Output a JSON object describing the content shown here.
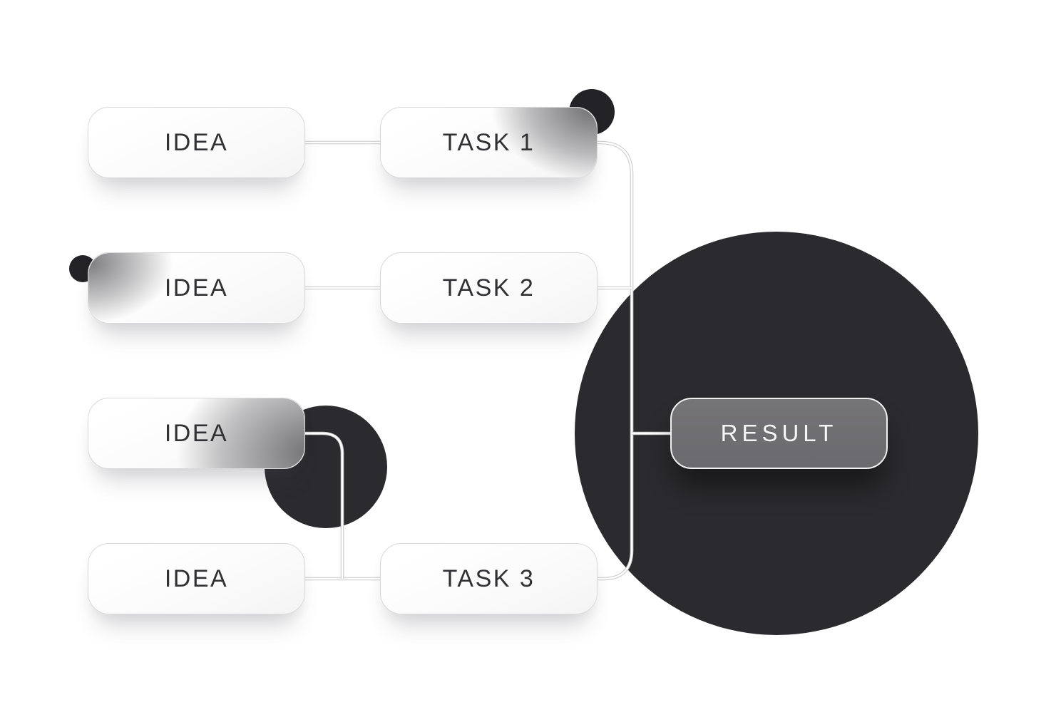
{
  "diagram": {
    "nodes": {
      "idea1": {
        "label": "IDEA"
      },
      "task1": {
        "label": "TASK 1"
      },
      "idea2": {
        "label": "IDEA"
      },
      "task2": {
        "label": "TASK 2"
      },
      "idea3": {
        "label": "IDEA"
      },
      "idea4": {
        "label": "IDEA"
      },
      "task3": {
        "label": "TASK 3"
      },
      "result": {
        "label": "RESULT"
      }
    },
    "edges": [
      {
        "from": "idea1",
        "to": "task1"
      },
      {
        "from": "idea2",
        "to": "task2"
      },
      {
        "from": "idea3",
        "to": "task3"
      },
      {
        "from": "idea4",
        "to": "task3"
      },
      {
        "from": "task1",
        "to": "result"
      },
      {
        "from": "task2",
        "to": "result"
      },
      {
        "from": "task3",
        "to": "result"
      }
    ],
    "colors": {
      "background": "#ffffff",
      "dark_circle": "#2b2a2e",
      "accent_circle": "#232226",
      "result_fill": "#6e6d71",
      "result_border": "#f0f0f0",
      "result_text": "#f6f6f6",
      "node_text": "#313034",
      "node_border": "#d9d9d9",
      "connector": "#c9c9c9",
      "connector_core": "#ffffff"
    }
  }
}
